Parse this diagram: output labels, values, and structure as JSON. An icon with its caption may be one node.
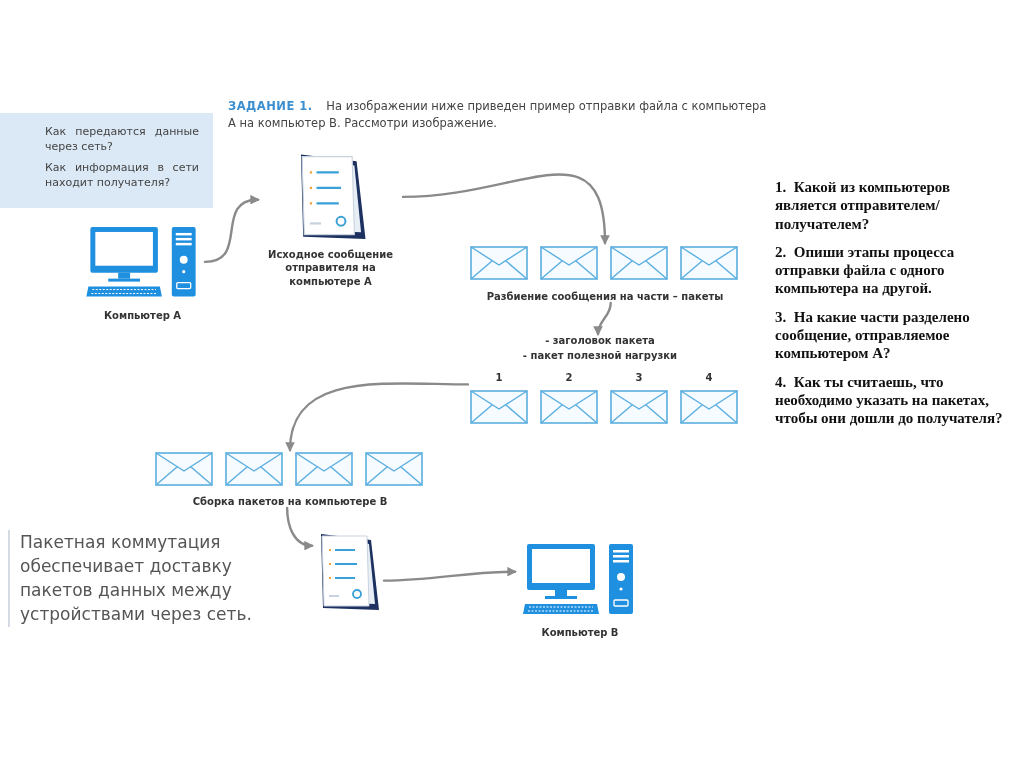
{
  "diagram": {
    "nodes": [
      {
        "text": [
          "Как передаются данные через сеть?",
          "Как информация в сети находит получателя?"
        ]
      },
      {
        "text": [
          "Компьютер А"
        ]
      },
      {
        "text": [
          "Исходное сообщение отправителя на компьютере А"
        ]
      },
      {
        "text": [
          "Разбиение сообщения на части – пакеты"
        ]
      },
      {
        "text": [],
        "shape": "envelope",
        "in": 3
      },
      {
        "text": [],
        "shape": "envelope",
        "in": 3
      },
      {
        "text": [],
        "shape": "envelope",
        "in": 3
      },
      {
        "text": [],
        "shape": "envelope",
        "in": 3
      },
      {
        "text": [
          "- заголовок пакета",
          "- пакет полезной нагрузки"
        ]
      },
      {
        "text": [
          "1"
        ]
      },
      {
        "text": [
          "2"
        ]
      },
      {
        "text": [
          "3"
        ]
      },
      {
        "text": [
          "4"
        ]
      },
      {
        "text": [
          "Сборка пакетов на компьютере В"
        ]
      },
      {
        "text": [],
        "shape": "envelope",
        "in": 13
      },
      {
        "text": [],
        "shape": "envelope",
        "in": 13
      },
      {
        "text": [],
        "shape": "envelope",
        "in": 13
      },
      {
        "text": [],
        "shape": "envelope",
        "in": 13
      },
      {
        "text": [],
        "shape": "picture"
      },
      {
        "text": [
          "Компьютер В"
        ]
      }
    ],
    "edges": [
      {
        "from": 1,
        "to": 2,
        "arrow": "to"
      },
      {
        "from": 2,
        "to": 3,
        "arrow": "to"
      },
      {
        "from": 3,
        "to": 8,
        "arrow": "to"
      },
      {
        "from": 9,
        "to": 13,
        "arrow": "to"
      },
      {
        "from": 13,
        "to": 18,
        "arrow": "to"
      },
      {
        "from": 18,
        "to": 19,
        "arrow": "to"
      }
    ],
    "labels": [
      "**ЗАДАНИЕ 1.** На изображении ниже приведен пример отправки файла с компьютера А на компьютер В. Рассмотри изображение.",
      "Пакетная коммутация обеспечивает доставку пакетов данных между устройствами через сеть.",
      "1.  Какой из компьютеров является отправителем/получателем?",
      "2.  Опиши этапы процесса отправки файла с одного компьютера на другой.",
      "3.  На какие части разделено сообщение, отправляемое компьютером А?",
      "4.  Как ты считаешь, что необходимо указать на пакетах, чтобы они дошли до получателя?"
    ]
  }
}
